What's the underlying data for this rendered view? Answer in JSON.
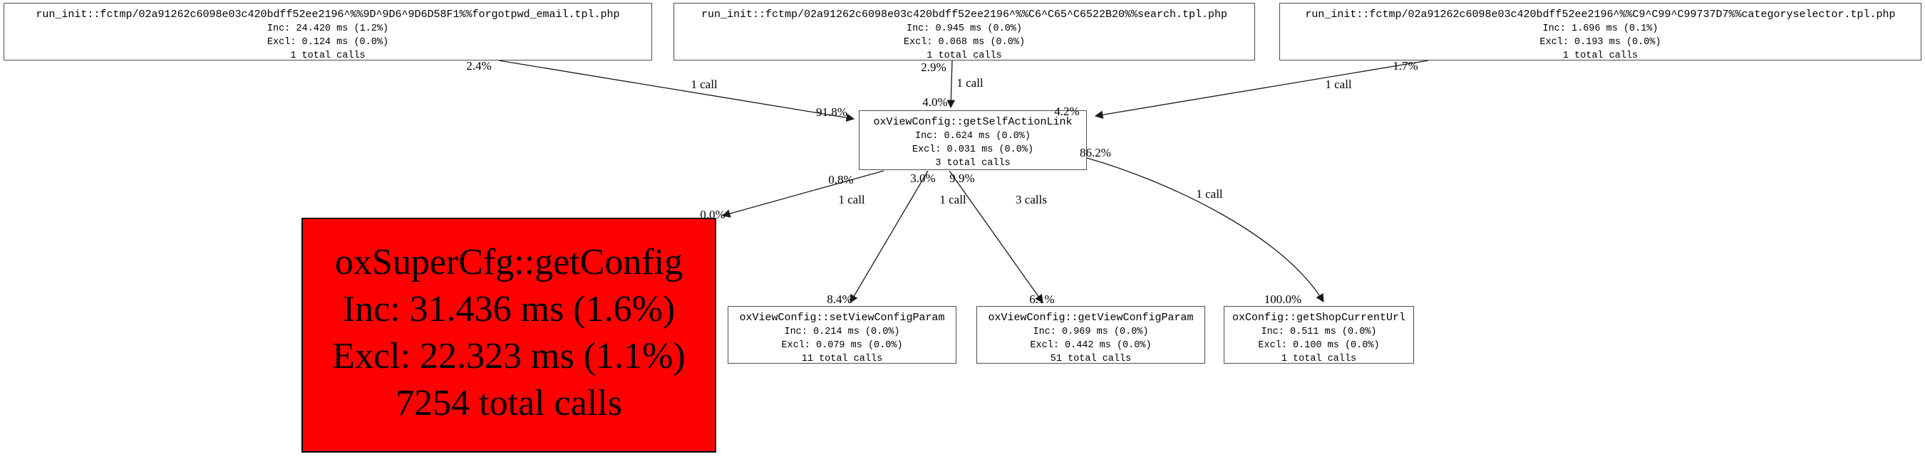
{
  "colors": {
    "hot_node": "#ff0000",
    "node_border": "#4d4d4d",
    "edge": "#1a1a1a",
    "background": "#ffffff"
  },
  "nodes": [
    {
      "title": "run_init::fctmp/02a91262c6098e03c420bdff52ee2196^%%9D^9D6^9D6D58F1%%forgotpwd_email.tpl.php",
      "inc": "Inc: 24.420 ms (1.2%)",
      "excl": "Excl: 0.124 ms (0.0%)",
      "calls": "1 total calls"
    },
    {
      "title": "run_init::fctmp/02a91262c6098e03c420bdff52ee2196^%%C6^C65^C6522B20%%search.tpl.php",
      "inc": "Inc: 0.945 ms (0.0%)",
      "excl": "Excl: 0.068 ms (0.0%)",
      "calls": "1 total calls"
    },
    {
      "title": "run_init::fctmp/02a91262c6098e03c420bdff52ee2196^%%C9^C99^C99737D7%%categoryselector.tpl.php",
      "inc": "Inc: 1.696 ms (0.1%)",
      "excl": "Excl: 0.193 ms (0.0%)",
      "calls": "1 total calls"
    },
    {
      "title": "oxViewConfig::getSelfActionLink",
      "inc": "Inc: 0.624 ms (0.0%)",
      "excl": "Excl: 0.031 ms (0.0%)",
      "calls": "3 total calls"
    },
    {
      "title": "oxSuperCfg::getConfig",
      "inc": "Inc: 31.436 ms (1.6%)",
      "excl": "Excl: 22.323 ms (1.1%)",
      "calls": "7254 total calls"
    },
    {
      "title": "oxViewConfig::setViewConfigParam",
      "inc": "Inc: 0.214 ms (0.0%)",
      "excl": "Excl: 0.079 ms (0.0%)",
      "calls": "11 total calls"
    },
    {
      "title": "oxViewConfig::getViewConfigParam",
      "inc": "Inc: 0.969 ms (0.0%)",
      "excl": "Excl: 0.442 ms (0.0%)",
      "calls": "51 total calls"
    },
    {
      "title": "oxConfig::getShopCurrentUrl",
      "inc": "Inc: 0.511 ms (0.0%)",
      "excl": "Excl: 0.100 ms (0.0%)",
      "calls": "1 total calls"
    }
  ],
  "edge_labels": [
    {
      "text": "2.4%"
    },
    {
      "text": "1 call"
    },
    {
      "text": "2.9%"
    },
    {
      "text": "1 call"
    },
    {
      "text": "4.0%"
    },
    {
      "text": "91.8%"
    },
    {
      "text": "4.2%"
    },
    {
      "text": "1.7%"
    },
    {
      "text": "1 call"
    },
    {
      "text": "86.2%"
    },
    {
      "text": "0.8%"
    },
    {
      "text": "1 call"
    },
    {
      "text": "3.0%"
    },
    {
      "text": "9.9%"
    },
    {
      "text": "1 call"
    },
    {
      "text": "3 calls"
    },
    {
      "text": "1 call"
    },
    {
      "text": "0.0%"
    },
    {
      "text": "8.4%"
    },
    {
      "text": "6.1%"
    },
    {
      "text": "100.0%"
    }
  ]
}
